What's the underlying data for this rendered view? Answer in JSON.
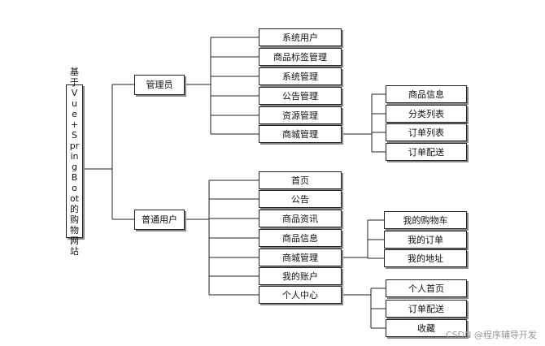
{
  "root": {
    "label": "基于Vue+SpringBoot的购物网站"
  },
  "admin": {
    "label": "管理员",
    "children": [
      "系统用户",
      "商品标签管理",
      "系统管理",
      "公告管理",
      "资源管理",
      "商城管理"
    ],
    "mall_children": [
      "商品信息",
      "分类列表",
      "订单列表",
      "订单配送"
    ]
  },
  "user": {
    "label": "普通用户",
    "children": [
      "首页",
      "公告",
      "商品资讯",
      "商品信息",
      "商城管理",
      "我的账户",
      "个人中心"
    ],
    "mall_children": [
      "我的购物车",
      "我的订单",
      "我的地址"
    ],
    "center_children": [
      "个人首页",
      "订单配送",
      "收藏"
    ]
  },
  "watermark": "CSDN @程序辅导开发"
}
